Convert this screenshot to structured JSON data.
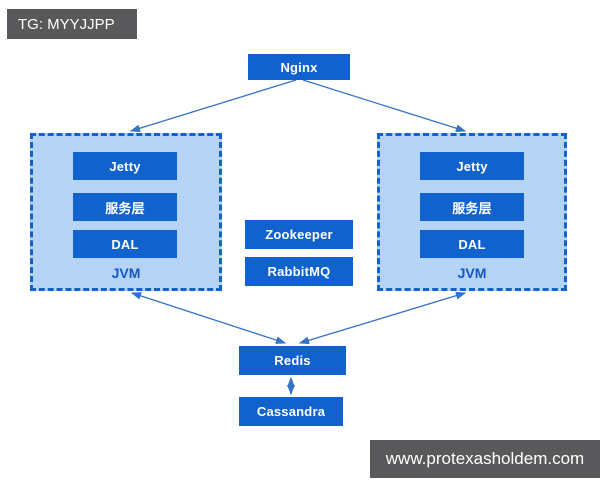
{
  "watermarks": {
    "telegram": "TG: MYYJJPP",
    "website": "www.protexasholdem.com"
  },
  "colors": {
    "page_bg": "#ffffff",
    "box_blue": "#1162cc",
    "container_fill": "#b5d3f5",
    "container_border": "#1162cc",
    "jvm_text": "#1158c6",
    "arrow": "#3273c8",
    "banner_bg": "#59595b"
  },
  "diagram": {
    "nginx": "Nginx",
    "left_cluster": {
      "items": [
        "Jetty",
        "服务层",
        "DAL"
      ],
      "label": "JVM"
    },
    "right_cluster": {
      "items": [
        "Jetty",
        "服务层",
        "DAL"
      ],
      "label": "JVM"
    },
    "middleware": [
      "Zookeeper",
      "RabbitMQ"
    ],
    "redis": "Redis",
    "cassandra": "Cassandra"
  }
}
